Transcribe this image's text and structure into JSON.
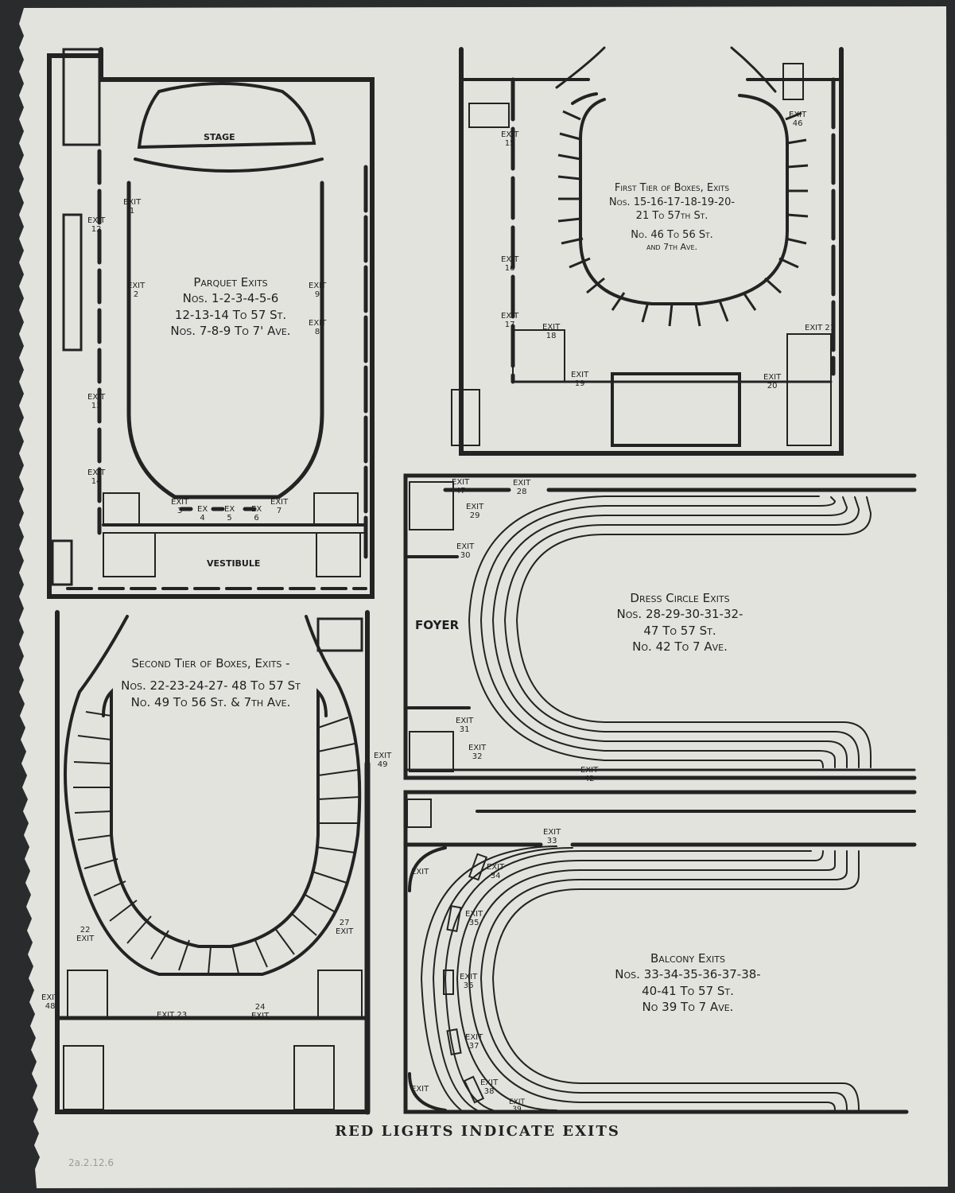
{
  "parquet": {
    "stage": "STAGE",
    "vestibule": "VESTIBULE",
    "lines": [
      "Parquet Exits",
      "Nos. 1-2-3-4-5-6",
      "12-13-14 To 57 St.",
      "Nos. 7-8-9 To 7' Ave."
    ],
    "exits": [
      {
        "t": "Exit",
        "n": "1"
      },
      {
        "t": "Exit",
        "n": "2"
      },
      {
        "t": "Exit",
        "n": "3"
      },
      {
        "t": "Ex",
        "n": "4"
      },
      {
        "t": "Ex",
        "n": "5"
      },
      {
        "t": "Ex",
        "n": "6"
      },
      {
        "t": "Exit",
        "n": "7"
      },
      {
        "t": "Exit",
        "n": "8"
      },
      {
        "t": "Exit",
        "n": "9"
      },
      {
        "t": "Exit",
        "n": "12"
      },
      {
        "t": "Exit",
        "n": "13"
      },
      {
        "t": "Exit",
        "n": "14"
      }
    ]
  },
  "first_tier": {
    "lines": [
      "First Tier of Boxes, Exits",
      "Nos. 15-16-17-18-19-20-",
      "21 To 57th St.",
      "No. 46 To 56 St.",
      "and 7th Ave."
    ],
    "exits": [
      {
        "t": "Exit",
        "n": "15"
      },
      {
        "t": "Exit",
        "n": "16"
      },
      {
        "t": "Exit",
        "n": "17"
      },
      {
        "t": "Exit",
        "n": "18"
      },
      {
        "t": "Exit",
        "n": "19"
      },
      {
        "t": "Exit",
        "n": "20"
      },
      {
        "t": "Exit 21",
        "n": ""
      },
      {
        "t": "Exit",
        "n": "46"
      }
    ]
  },
  "second_tier": {
    "lines": [
      "Second Tier of Boxes, Exits -",
      "Nos. 22-23-24-27- 48 To 57 St",
      "No. 49 To 56 St. & 7th Ave."
    ],
    "exits": [
      {
        "t": "22",
        "n": "Exit"
      },
      {
        "t": "Exit 23",
        "n": ""
      },
      {
        "t": "24",
        "n": "Exit"
      },
      {
        "t": "27",
        "n": "Exit"
      },
      {
        "t": "Exit",
        "n": "48"
      },
      {
        "t": "Exit",
        "n": "49"
      }
    ]
  },
  "dress_circle": {
    "foyer": "FOYER",
    "lines": [
      "Dress Circle Exits",
      "Nos. 28-29-30-31-32-",
      "47 To 57 St.",
      "No. 42 To 7 Ave."
    ],
    "exits": [
      {
        "t": "Exit",
        "n": "47"
      },
      {
        "t": "Exit",
        "n": "28"
      },
      {
        "t": "Exit",
        "n": "29"
      },
      {
        "t": "Exit",
        "n": "30"
      },
      {
        "t": "Exit",
        "n": "31"
      },
      {
        "t": "Exit",
        "n": "32"
      },
      {
        "t": "Exit",
        "n": "42"
      }
    ]
  },
  "balcony": {
    "lines": [
      "Balcony Exits",
      "Nos. 33-34-35-36-37-38-",
      "40-41 To 57 St.",
      "No 39 To 7 Ave."
    ],
    "exits": [
      {
        "t": "Exit",
        "n": "33"
      },
      {
        "t": "Exit",
        "n": ""
      },
      {
        "t": "Exit",
        "n": "34"
      },
      {
        "t": "Exit",
        "n": "35"
      },
      {
        "t": "Exit",
        "n": "36"
      },
      {
        "t": "Exit",
        "n": "37"
      },
      {
        "t": "Exit",
        "n": ""
      },
      {
        "t": "Exit",
        "n": "38"
      },
      {
        "t": "Exit",
        "n": "39"
      }
    ]
  },
  "footer": "RED LIGHTS INDICATE EXITS",
  "pencil_note": "2a.2.12.6",
  "colors": {
    "paper": "#e3e3de",
    "ink": "#232323",
    "background": "#2a2b2d"
  }
}
